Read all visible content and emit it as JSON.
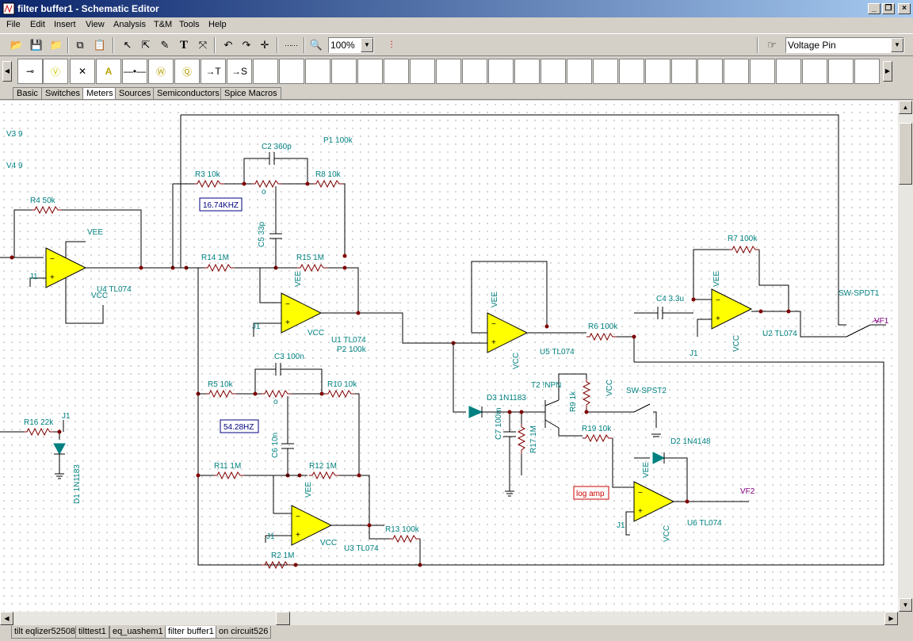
{
  "window": {
    "title": "filter buffer1 - Schematic Editor"
  },
  "menu": [
    "File",
    "Edit",
    "Insert",
    "View",
    "Analysis",
    "T&M",
    "Tools",
    "Help"
  ],
  "toolbar": {
    "zoom_value": "100%",
    "component_value": "Voltage Pin"
  },
  "palette": {
    "labels": {
      "ammeter": "A",
      "arrow_t": "→T",
      "arrow_s": "→S"
    }
  },
  "tabs": [
    "Basic",
    "Switches",
    "Meters",
    "Sources",
    "Semiconductors",
    "Spice Macros"
  ],
  "schematic": {
    "labels": {
      "v3": "V3 9",
      "v4": "V4 9",
      "r4": "R4 50k",
      "vee1": "VEE",
      "u4": "U4 TL074",
      "vcc1": "VCC",
      "j1a": "J1",
      "c2": "C2 360p",
      "p1": "P1 100k",
      "r3": "R3 10k",
      "r8": "R8 10k",
      "freq1": "16.74KHZ",
      "c5": "C5 33p",
      "r14": "R14 1M",
      "r15": "R15 1M",
      "vee2": "VEE",
      "vcc2": "VCC",
      "j1b": "J1",
      "u1": "U1 TL074",
      "p2": "P2 100k",
      "c3": "C3 100n",
      "r5": "R5 10k",
      "r10": "R10 10k",
      "freq2": "54.28HZ",
      "c6": "C6 10n",
      "r11": "R11 1M",
      "r12": "R12 1M",
      "vee3": "VEE",
      "j1c": "J1",
      "vcc3": "VCC",
      "u3": "U3 TL074",
      "r13": "R13 100k",
      "r2": "R2 1M",
      "r16": "R16 22k",
      "j1d": "J1",
      "d1": "D1 1N1183",
      "vee4": "VEE",
      "vcc4": "VCC",
      "u5": "U5 TL074",
      "r6": "R6 100k",
      "c4": "C4 3.3u",
      "r7": "R7 100k",
      "vee5": "VEE",
      "vcc5": "VCC",
      "u2": "U2 TL074",
      "j1e": "J1",
      "swspdt": "SW-SPDT1",
      "vf1": "VF1",
      "d3": "D3 1N1183",
      "t2": "T2 !NPN",
      "c7": "C7 100m",
      "r17": "R17 1M",
      "r9": "R9 1k",
      "vcc6": "VCC",
      "swspst": "SW-SPST2",
      "r19": "R19 10k",
      "d2": "D2 1N4148",
      "vee6": "VEE",
      "vcc7": "VCC",
      "u6": "U6 TL074",
      "j1f": "J1",
      "vf2": "VF2",
      "logamp": "log amp"
    }
  },
  "bottom_tabs": [
    "tilt eqlizer52508",
    "tilttest1",
    "eq_uashem1",
    "filter buffer1",
    "on circuit526"
  ],
  "colors": {
    "opamp": "#ffff00",
    "label": "#008080",
    "diode": "#008080",
    "note": "#cc0000",
    "pin": "#800080"
  }
}
